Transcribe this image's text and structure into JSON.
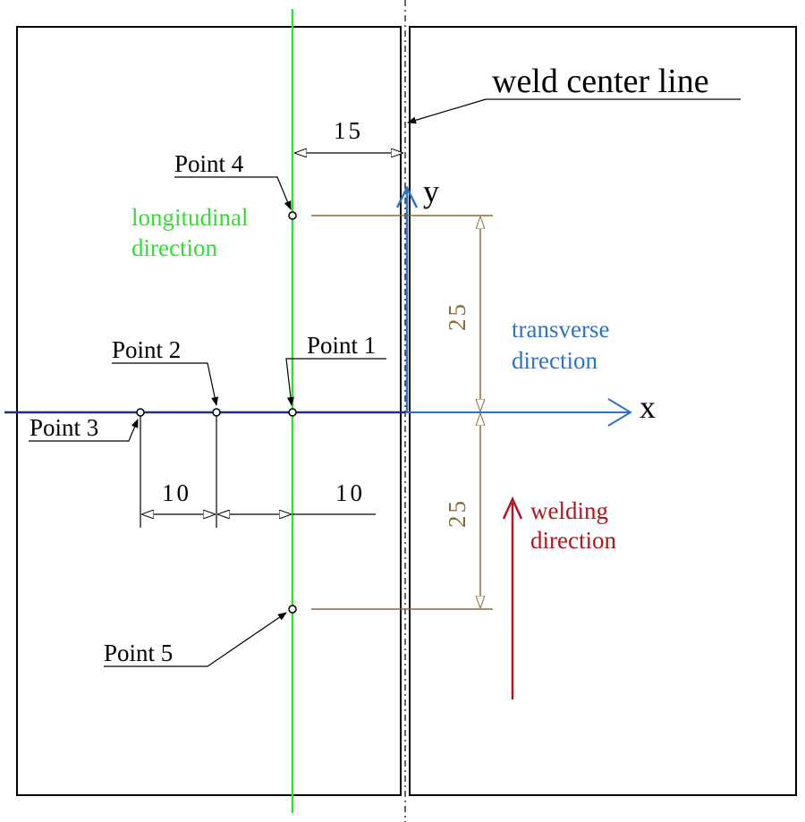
{
  "labels": {
    "weld_center_line": "weld center line",
    "dim_15": "15",
    "dim_25_upper": "25",
    "dim_25_lower": "25",
    "dim_10_left": "10",
    "dim_10_right": "10",
    "axis_x": "x",
    "axis_y": "y",
    "point1": "Point 1",
    "point2": "Point 2",
    "point3": "Point 3",
    "point4": "Point 4",
    "point5": "Point 5",
    "longitudinal_line1": "longitudinal",
    "longitudinal_line2": "direction",
    "transverse_line1": "transverse",
    "transverse_line2": "direction",
    "welding_line1": "welding",
    "welding_line2": "direction"
  },
  "colors": {
    "longitudinal": "#33dd33",
    "transverse": "#2b73c8",
    "welding": "#b4141c",
    "dimension": "#8a6a3a",
    "x_line": "#1f2e8a",
    "outline": "#000000"
  }
}
